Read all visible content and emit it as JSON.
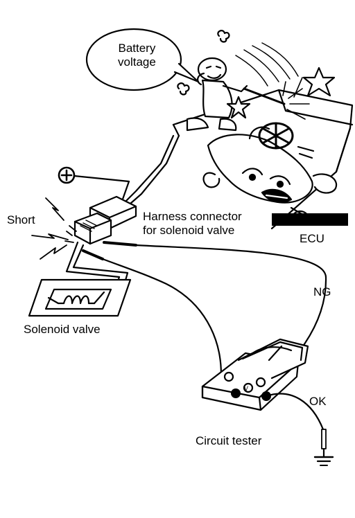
{
  "labels": {
    "speech_bubble_line1": "Battery",
    "speech_bubble_line2": "voltage",
    "short": "Short",
    "harness_line1": "Harness connector",
    "harness_line2": "for solenoid valve",
    "ecu": "ECU",
    "ng": "NG",
    "solenoid_valve": "Solenoid valve",
    "ok": "OK",
    "circuit_tester": "Circuit tester"
  },
  "tester": {
    "v_symbol": "V"
  },
  "icons": {
    "positive_terminal": "plus-circle-icon",
    "ground": "ground-icon",
    "star": "star-icon",
    "spark": "spark-icon"
  }
}
